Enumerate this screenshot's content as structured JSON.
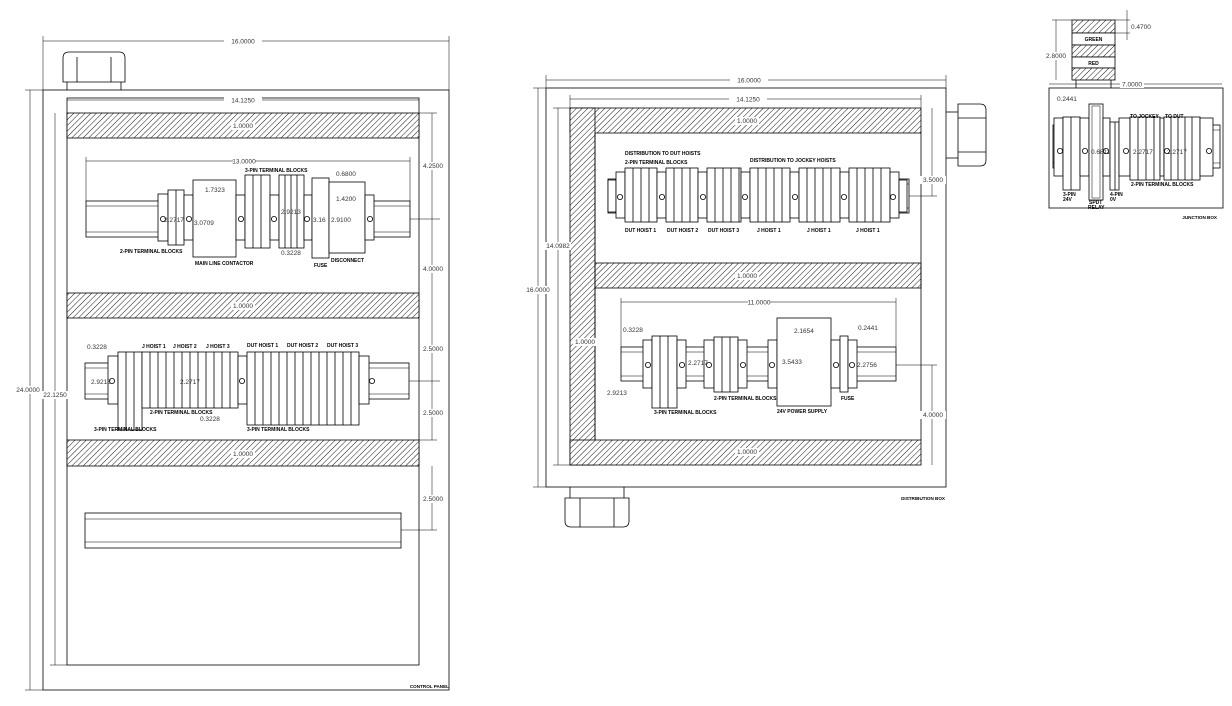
{
  "control_panel": {
    "title": "CONTROL PANEL",
    "dims": {
      "width": "16.0000",
      "inner_width": "14.1250",
      "height": "24.0000",
      "inner_height": "22.1250",
      "bar_top": "1.0000",
      "bar_mid": "1.0000",
      "bar_low": "1.0000",
      "right_1": "4.2500",
      "right_2": "4.0000",
      "right_3": "2.5000",
      "right_4": "2.5000",
      "right_5": "2.5000"
    },
    "upper": {
      "length": "13.0000",
      "two_pin_label": "2-PIN TERMINAL BLOCKS",
      "three_pin_label": "3-PIN TERMINAL BLOCKS",
      "contactor_label": "MAIN LINE CONTACTOR",
      "fuse_label": "FUSE",
      "disconnect_label": "DISCONNECT",
      "dim_two_pin": "2.2717",
      "dim_contactor_w": "1.7323",
      "dim_contactor_h": "3.0709",
      "dim_three_pin": "2.9213",
      "dim_gap": "0.3228",
      "dim_fuse": "3.16",
      "dim_disconnect_w": "1.4200",
      "dim_disconnect_h": "2.9100",
      "dim_fuse_w": "0.6800"
    },
    "lower": {
      "j_hoists": [
        "J HOIST 1",
        "J HOIST 2",
        "J HOIST 3"
      ],
      "dut_hoists": [
        "DUT HOIST 1",
        "DUT HOIST 2",
        "DUT HOIST 3"
      ],
      "two_pin_label": "2-PIN TERMINAL BLOCKS",
      "three_pin_label_left": "3-PIN TERMINAL BLOCKS",
      "three_pin_label_right": "3-PIN TERMINAL BLOCKS",
      "dim_gap_top": "0.3228",
      "dim_gap_bottom": "0.3228",
      "dim_three_pin": "2.9213",
      "dim_two_pin": "2.2717"
    }
  },
  "distribution_box": {
    "title": "DISTRIBUTION BOX",
    "dims": {
      "width": "16.0000",
      "inner_width": "14.1250",
      "height": "16.0000",
      "inner_height": "14.0982",
      "bar_top": "1.0000",
      "bar_mid": "1.0000",
      "bar_bottom": "1.0000",
      "left_bar": "1.0000",
      "right_upper": "3.5000",
      "right_lower": "4.0000"
    },
    "upper": {
      "dut_heading": "DISTRIBUTION TO DUT HOISTS",
      "two_pin_label": "2-PIN TERMINAL BLOCKS",
      "jockey_heading": "DISTRIBUTION TO JOCKEY HOISTS",
      "group_labels": [
        "DUT HOIST 1",
        "DUT HOIST 2",
        "DUT HOIST 3",
        "J HOIST 1",
        "J HOIST 1",
        "J HOIST 1"
      ]
    },
    "lower": {
      "length": "11.0000",
      "dim_gap": "0.3228",
      "dim_three_pin": "2.9213",
      "dim_two_pin": "2.2717",
      "dim_psu_w": "2.1654",
      "dim_psu_h": "3.5433",
      "dim_fuse_w": "0.2441",
      "dim_fuse_h": "2.2756",
      "three_pin_label": "3-PIN TERMINAL BLOCKS",
      "two_pin_label": "2-PIN TERMINAL BLOCKS",
      "psu_label": "24V POWER SUPPLY",
      "fuse_label": "FUSE"
    }
  },
  "junction_box": {
    "title": "JUNCTION BOX",
    "indicator": {
      "green_label": "GREEN",
      "red_label": "RED",
      "dim_height": "2.8000",
      "dim_band": "0.4700"
    },
    "dims": {
      "width": "7.0000",
      "relay_w": "0.2441",
      "relay_h": "0.6811",
      "tb_1": "2.2717",
      "tb_2": "2.2717"
    },
    "labels": {
      "three_pin_24v_1": "3-PIN",
      "three_pin_24v_2": "24V",
      "relay_1": "SPDT",
      "relay_2": "RELAY",
      "four_pin_1": "4-PIN",
      "four_pin_2": "0V",
      "to_jockey": "TO JOCKEY",
      "to_dut": "TO DUT",
      "two_pin": "2-PIN TERMINAL BLOCKS"
    }
  }
}
